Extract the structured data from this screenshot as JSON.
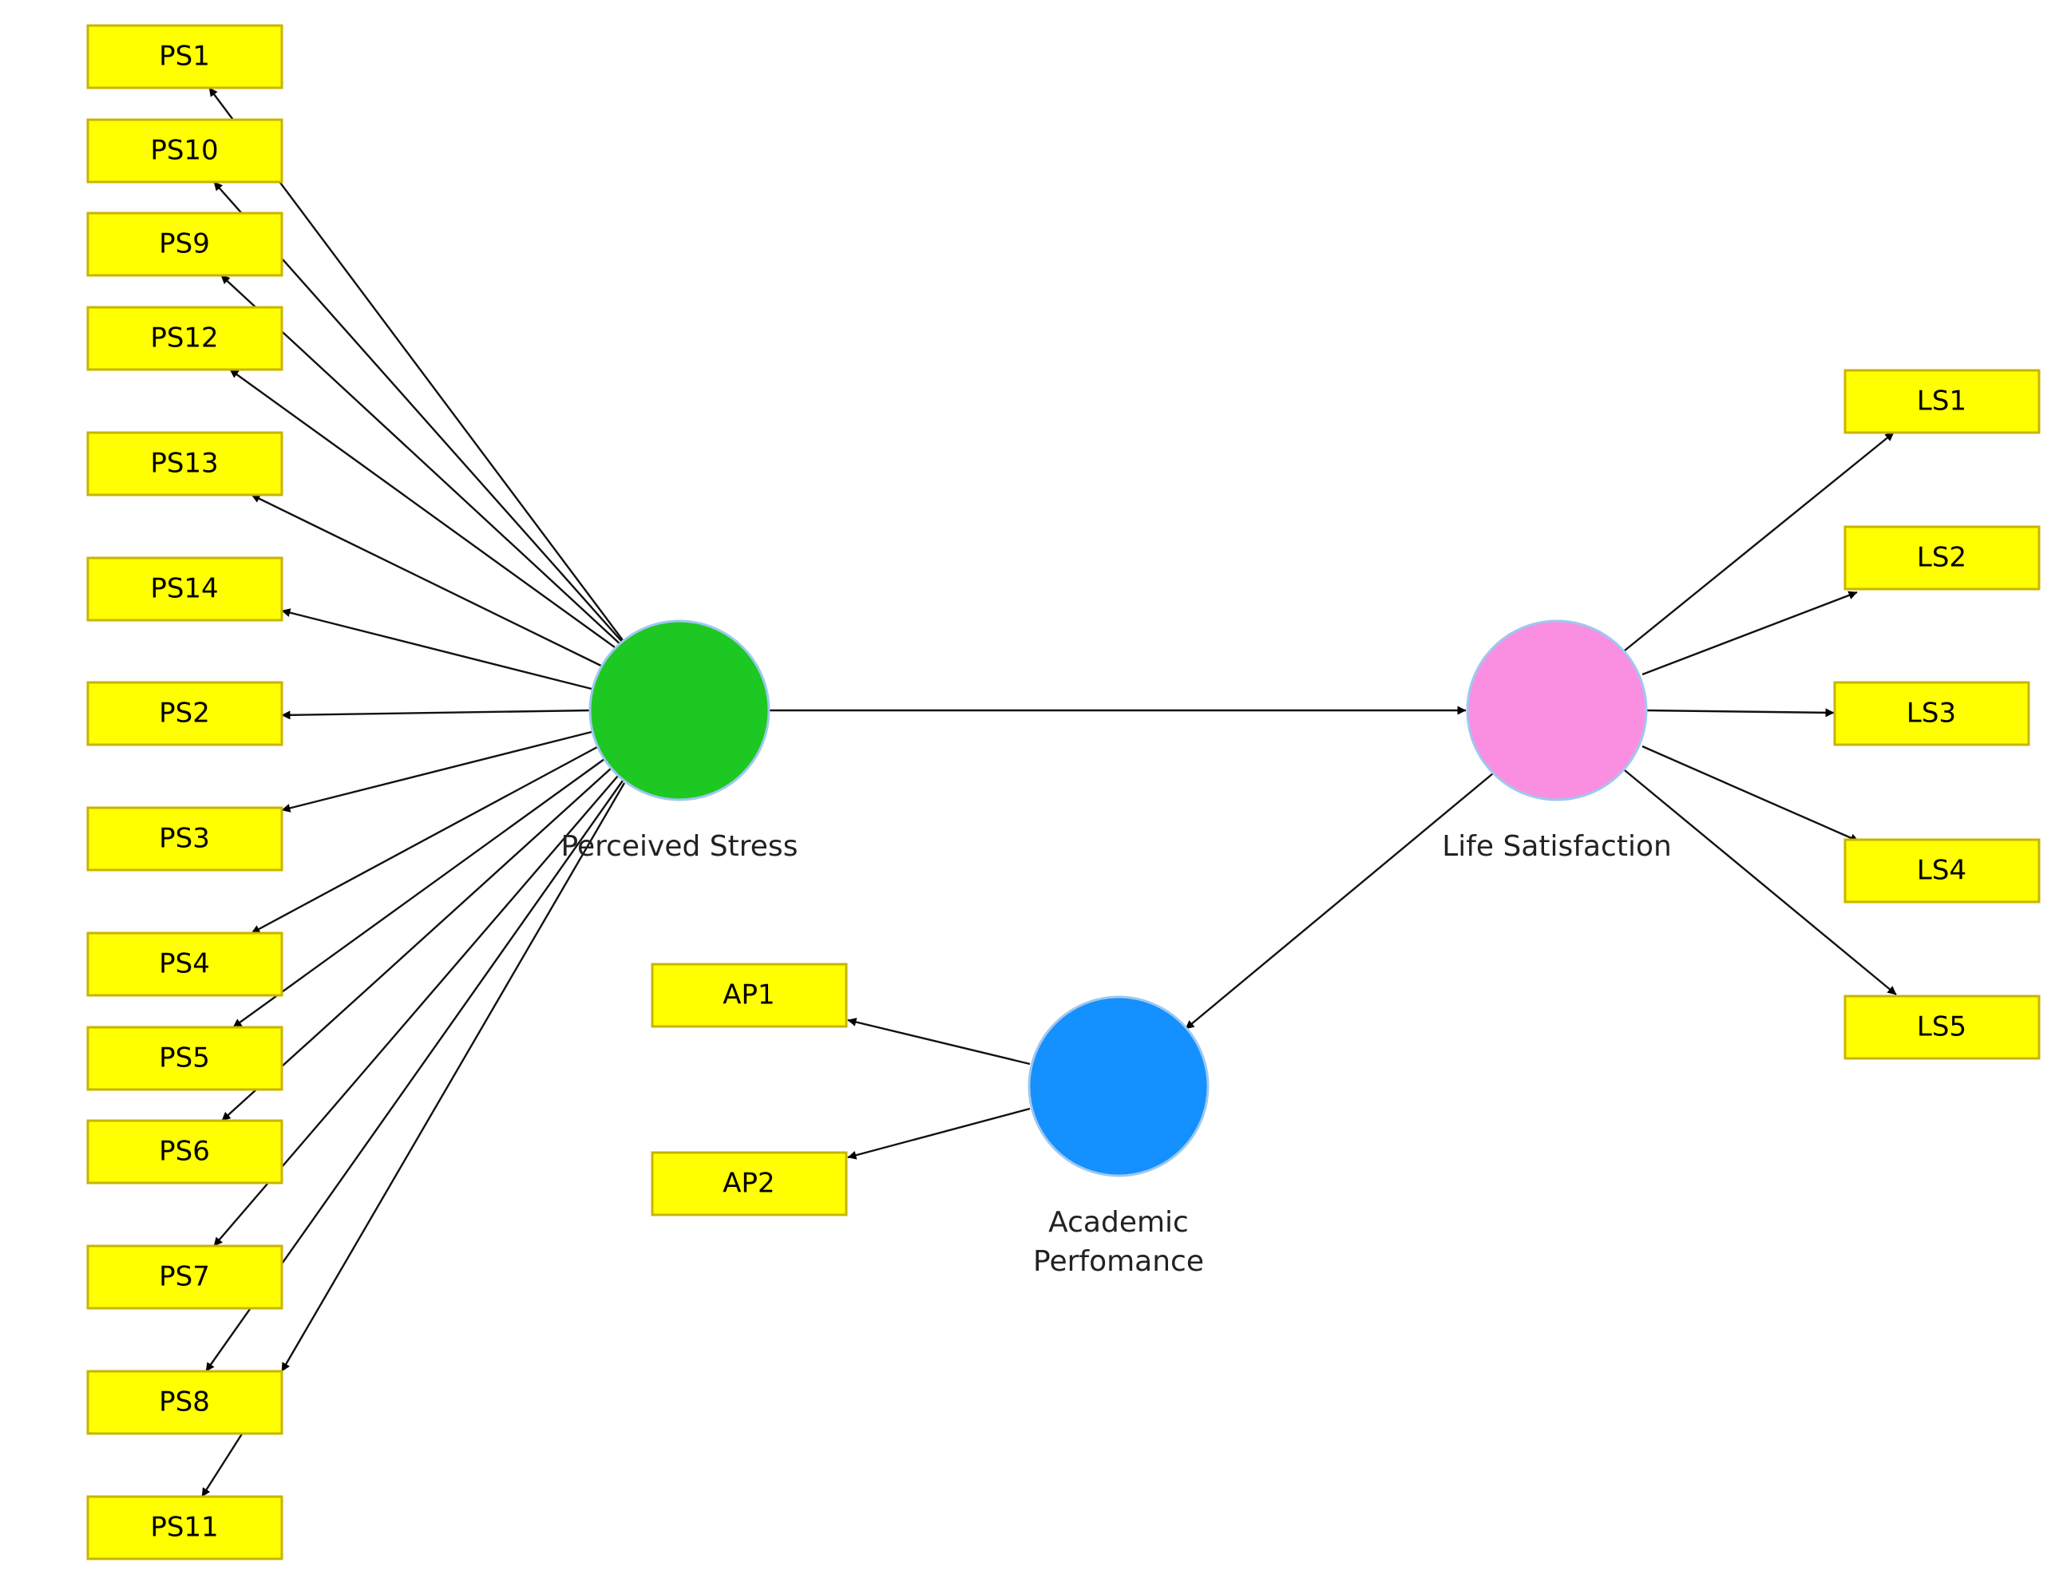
{
  "constructs": {
    "perceived_stress": {
      "label": "Perceived Stress",
      "color": "#1ec823"
    },
    "life_satisfaction": {
      "label": "Life Satisfaction",
      "color": "#fa8fe1"
    },
    "academic_performance": {
      "label_line1": "Academic",
      "label_line2": "Perfomance",
      "color": "#1490ff"
    }
  },
  "indicators": {
    "perceived_stress": [
      "PS1",
      "PS10",
      "PS9",
      "PS12",
      "PS13",
      "PS14",
      "PS2",
      "PS3",
      "PS4",
      "PS5",
      "PS6",
      "PS7",
      "PS8",
      "PS11"
    ],
    "life_satisfaction": [
      "LS1",
      "LS2",
      "LS3",
      "LS4",
      "LS5"
    ],
    "academic_performance": [
      "AP1",
      "AP2"
    ]
  },
  "structural_paths": [
    {
      "from": "Perceived Stress",
      "to": "Life Satisfaction"
    },
    {
      "from": "Life Satisfaction",
      "to": "Academic Perfomance"
    }
  ],
  "indicator_color": "#ffff00"
}
